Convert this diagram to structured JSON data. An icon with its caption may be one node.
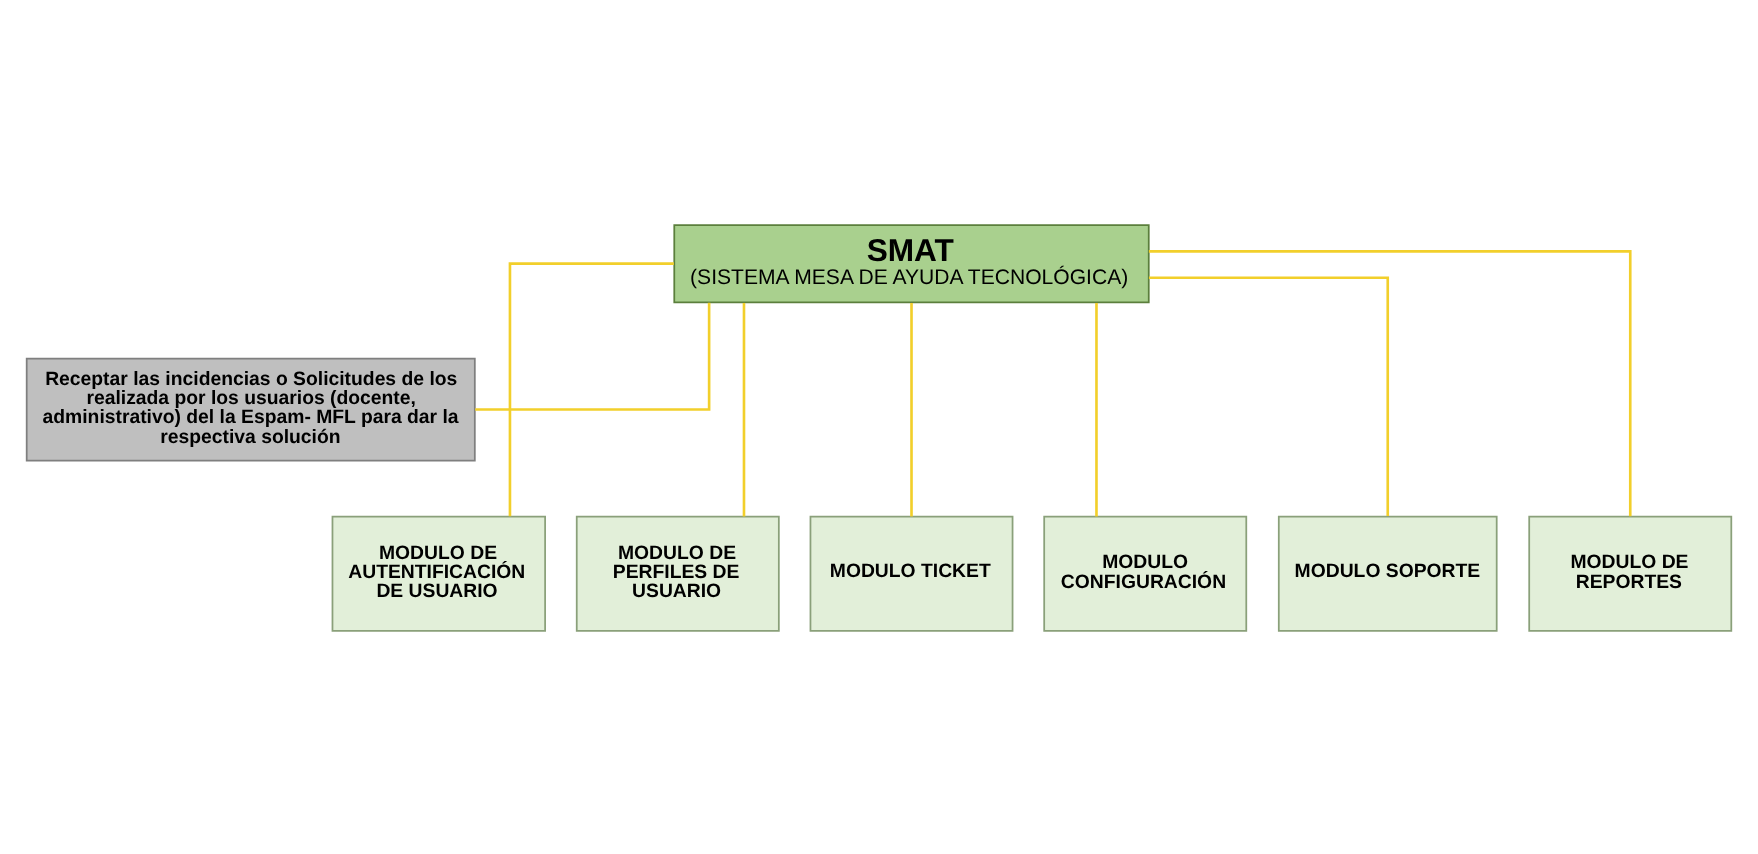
{
  "diagram": {
    "nodes": [
      {
        "text": [
          "SMAT",
          "(SISTEMA MESA DE AYUDA TECNOLÓGICA)"
        ]
      },
      {
        "text": [
          "Receptar las incidencias o Solicitudes de los realizada por los usuarios (docente, administrativo) del la Espam- MFL para dar la respectiva solución"
        ]
      },
      {
        "text": [
          "MODULO DE AUTENTIFICACIÓN DE USUARIO"
        ]
      },
      {
        "text": [
          "MODULO DE PERFILES DE USUARIO"
        ]
      },
      {
        "text": [
          "MODULO TICKET"
        ]
      },
      {
        "text": [
          "MODULO CONFIGURACIÓN"
        ]
      },
      {
        "text": [
          "MODULO SOPORTE"
        ]
      },
      {
        "text": [
          "MODULO DE REPORTES"
        ]
      }
    ],
    "edges": [
      {
        "from": 0,
        "to": 1,
        "arrow": "none"
      },
      {
        "from": 0,
        "to": 2,
        "arrow": "none"
      },
      {
        "from": 0,
        "to": 3,
        "arrow": "none"
      },
      {
        "from": 0,
        "to": 4,
        "arrow": "none"
      },
      {
        "from": 0,
        "to": 5,
        "arrow": "none"
      },
      {
        "from": 0,
        "to": 6,
        "arrow": "none"
      },
      {
        "from": 0,
        "to": 7,
        "arrow": "none"
      }
    ]
  }
}
